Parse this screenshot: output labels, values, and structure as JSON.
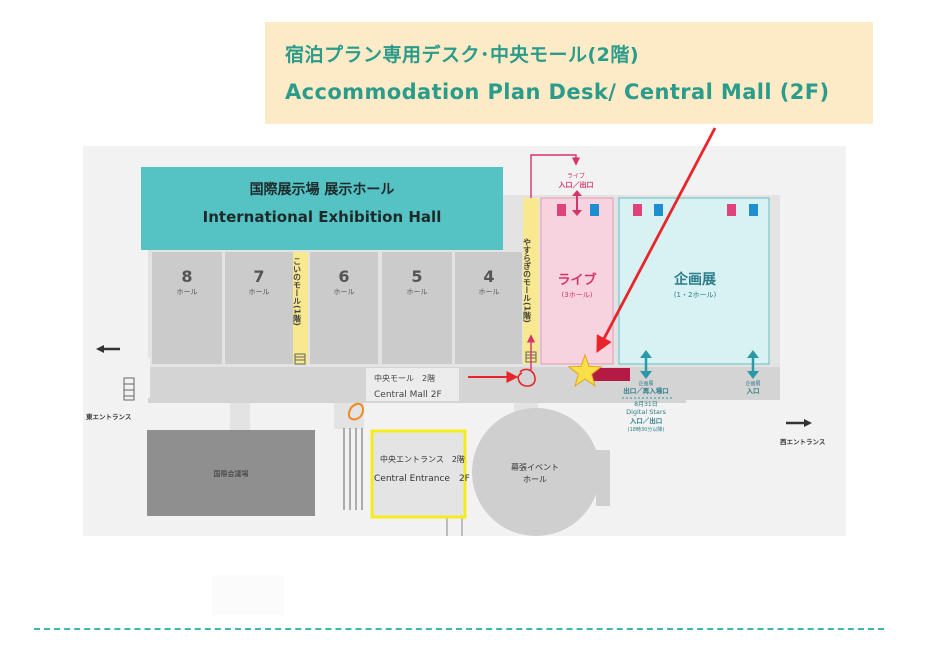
{
  "callout": {
    "title_jp": "宿泊プラン専用デスク･中央モール(2階)",
    "title_en": "Accommodation Plan Desk/ Central Mall (2F)"
  },
  "map": {
    "banner_jp": "国際展示場 展示ホール",
    "banner_en": "International Exhibition Hall",
    "hall_word": "ホール",
    "halls": [
      "8",
      "7",
      "6",
      "5",
      "4"
    ],
    "kokoi_mall": "こいのモール(1階)",
    "yasuragi_mall": "やすらぎのモール(1階)",
    "live_label": "ライブ",
    "live_sub": "(3ホール)",
    "live_entry_top": "ライブ",
    "live_entry_bottom": "入口／出口",
    "kikaku_label": "企画展",
    "kikaku_sub": "(1・2ホール)",
    "central_mall_jp": "中央モール　2階",
    "central_mall_en": "Central Mall 2F",
    "exit_reentry_top": "企画展",
    "exit_reentry_bottom": "出口／再入場口",
    "kikaku_entry_top": "企画展",
    "kikaku_entry_bottom": "入口",
    "digital_date": "8月31日",
    "digital_name": "Digital Stars",
    "digital_entry": "入口／出口",
    "digital_time": "(18時30分以降)",
    "east_entrance": "東エントランス",
    "west_entrance": "西エントランス",
    "conference_hall": "国際会議場",
    "central_entrance_jp": "中央エントランス　2階",
    "central_entrance_en": "Central Entrance　2F",
    "event_hall_top": "幕張イベント",
    "event_hall_bottom": "ホール"
  },
  "colors": {
    "teal": "#55c3c4",
    "accent_text": "#2b9b8b",
    "pink_zone": "#f7d2df",
    "blue_zone": "#d8f1f3",
    "hall_gray": "#cbcbcb",
    "mall_yellow": "#f8e88f",
    "magenta": "#d6336c",
    "red_annotation": "#e8252a",
    "orange_annotation": "#f08a24",
    "yellow_box": "#f6ec1c",
    "star": "#f8e04a",
    "desk_marker": "#b41a44",
    "male_icon": "#1f8ed0",
    "female_icon": "#e0437b"
  },
  "icons": [
    "star-marker-icon",
    "arrow-icon",
    "restroom-icon",
    "stairs-icon"
  ]
}
